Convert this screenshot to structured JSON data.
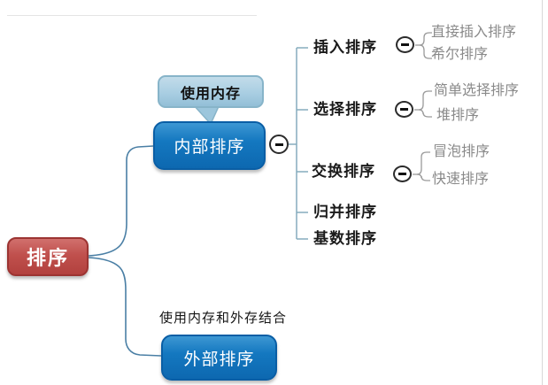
{
  "mindmap": {
    "root": {
      "label": "排序"
    },
    "internal": {
      "label": "内部排序",
      "callout": "使用内存",
      "children": [
        {
          "label": "插入排序",
          "children": [
            "直接插入排序",
            "希尔排序"
          ]
        },
        {
          "label": "选择排序",
          "children": [
            "简单选择排序",
            "堆排序"
          ]
        },
        {
          "label": "交换排序",
          "children": [
            "冒泡排序",
            "快速排序"
          ]
        },
        {
          "label": "归并排序",
          "children": []
        },
        {
          "label": "基数排序",
          "children": []
        }
      ]
    },
    "external": {
      "label": "外部排序",
      "note": "使用内存和外存结合"
    }
  },
  "colors": {
    "root_fill": "#c0504d",
    "node_fill": "#1173bc",
    "callout_fill": "#a9cee2",
    "branch_text": "#1a1a1a",
    "leaf_text": "#8a8a8a",
    "connector": "#4a7fa5",
    "trunk": "#85acbe",
    "bracket": "#9a9a9a"
  }
}
